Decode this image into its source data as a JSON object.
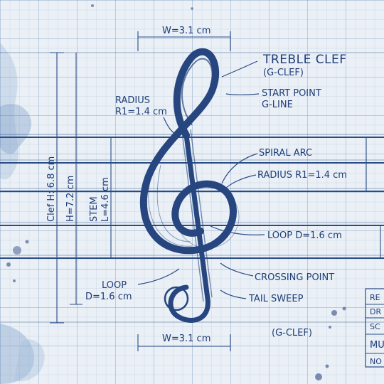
{
  "annotations": {
    "title": "TREBLE CLEF",
    "subtitle": "(G-CLEF)",
    "width_top": "W=3.1 cm",
    "width_bottom": "W=3.1 cm",
    "radius_left_1": "RADIUS",
    "radius_left_2": "R1=1.4 cm",
    "start_point_1": "START POINT",
    "start_point_2": "G-LINE",
    "spiral_arc": "SPIRAL ARC",
    "radius_right": "RADIUS R1=1.4 cm",
    "loop_right": "LOOP D=1.6 cm",
    "crossing_point": "CROSSING POINT",
    "tail_sweep": "TAIL SWEEP",
    "loop_left_1": "LOOP",
    "loop_left_2": "D=1.6 cm",
    "clef_height": "Clef H: 6.8 cm",
    "h_dim": "H=7.2 cm",
    "stem_1": "STEM",
    "stem_2": "L=4.6 cm",
    "bottom_label": "(G-CLEF)"
  },
  "title_block": {
    "rows": [
      "RE",
      "DR",
      "SC",
      "MU",
      "NO"
    ]
  },
  "colors": {
    "ink": "#27467f",
    "paper": "#eaf0f6",
    "grid": "#466ea5"
  }
}
